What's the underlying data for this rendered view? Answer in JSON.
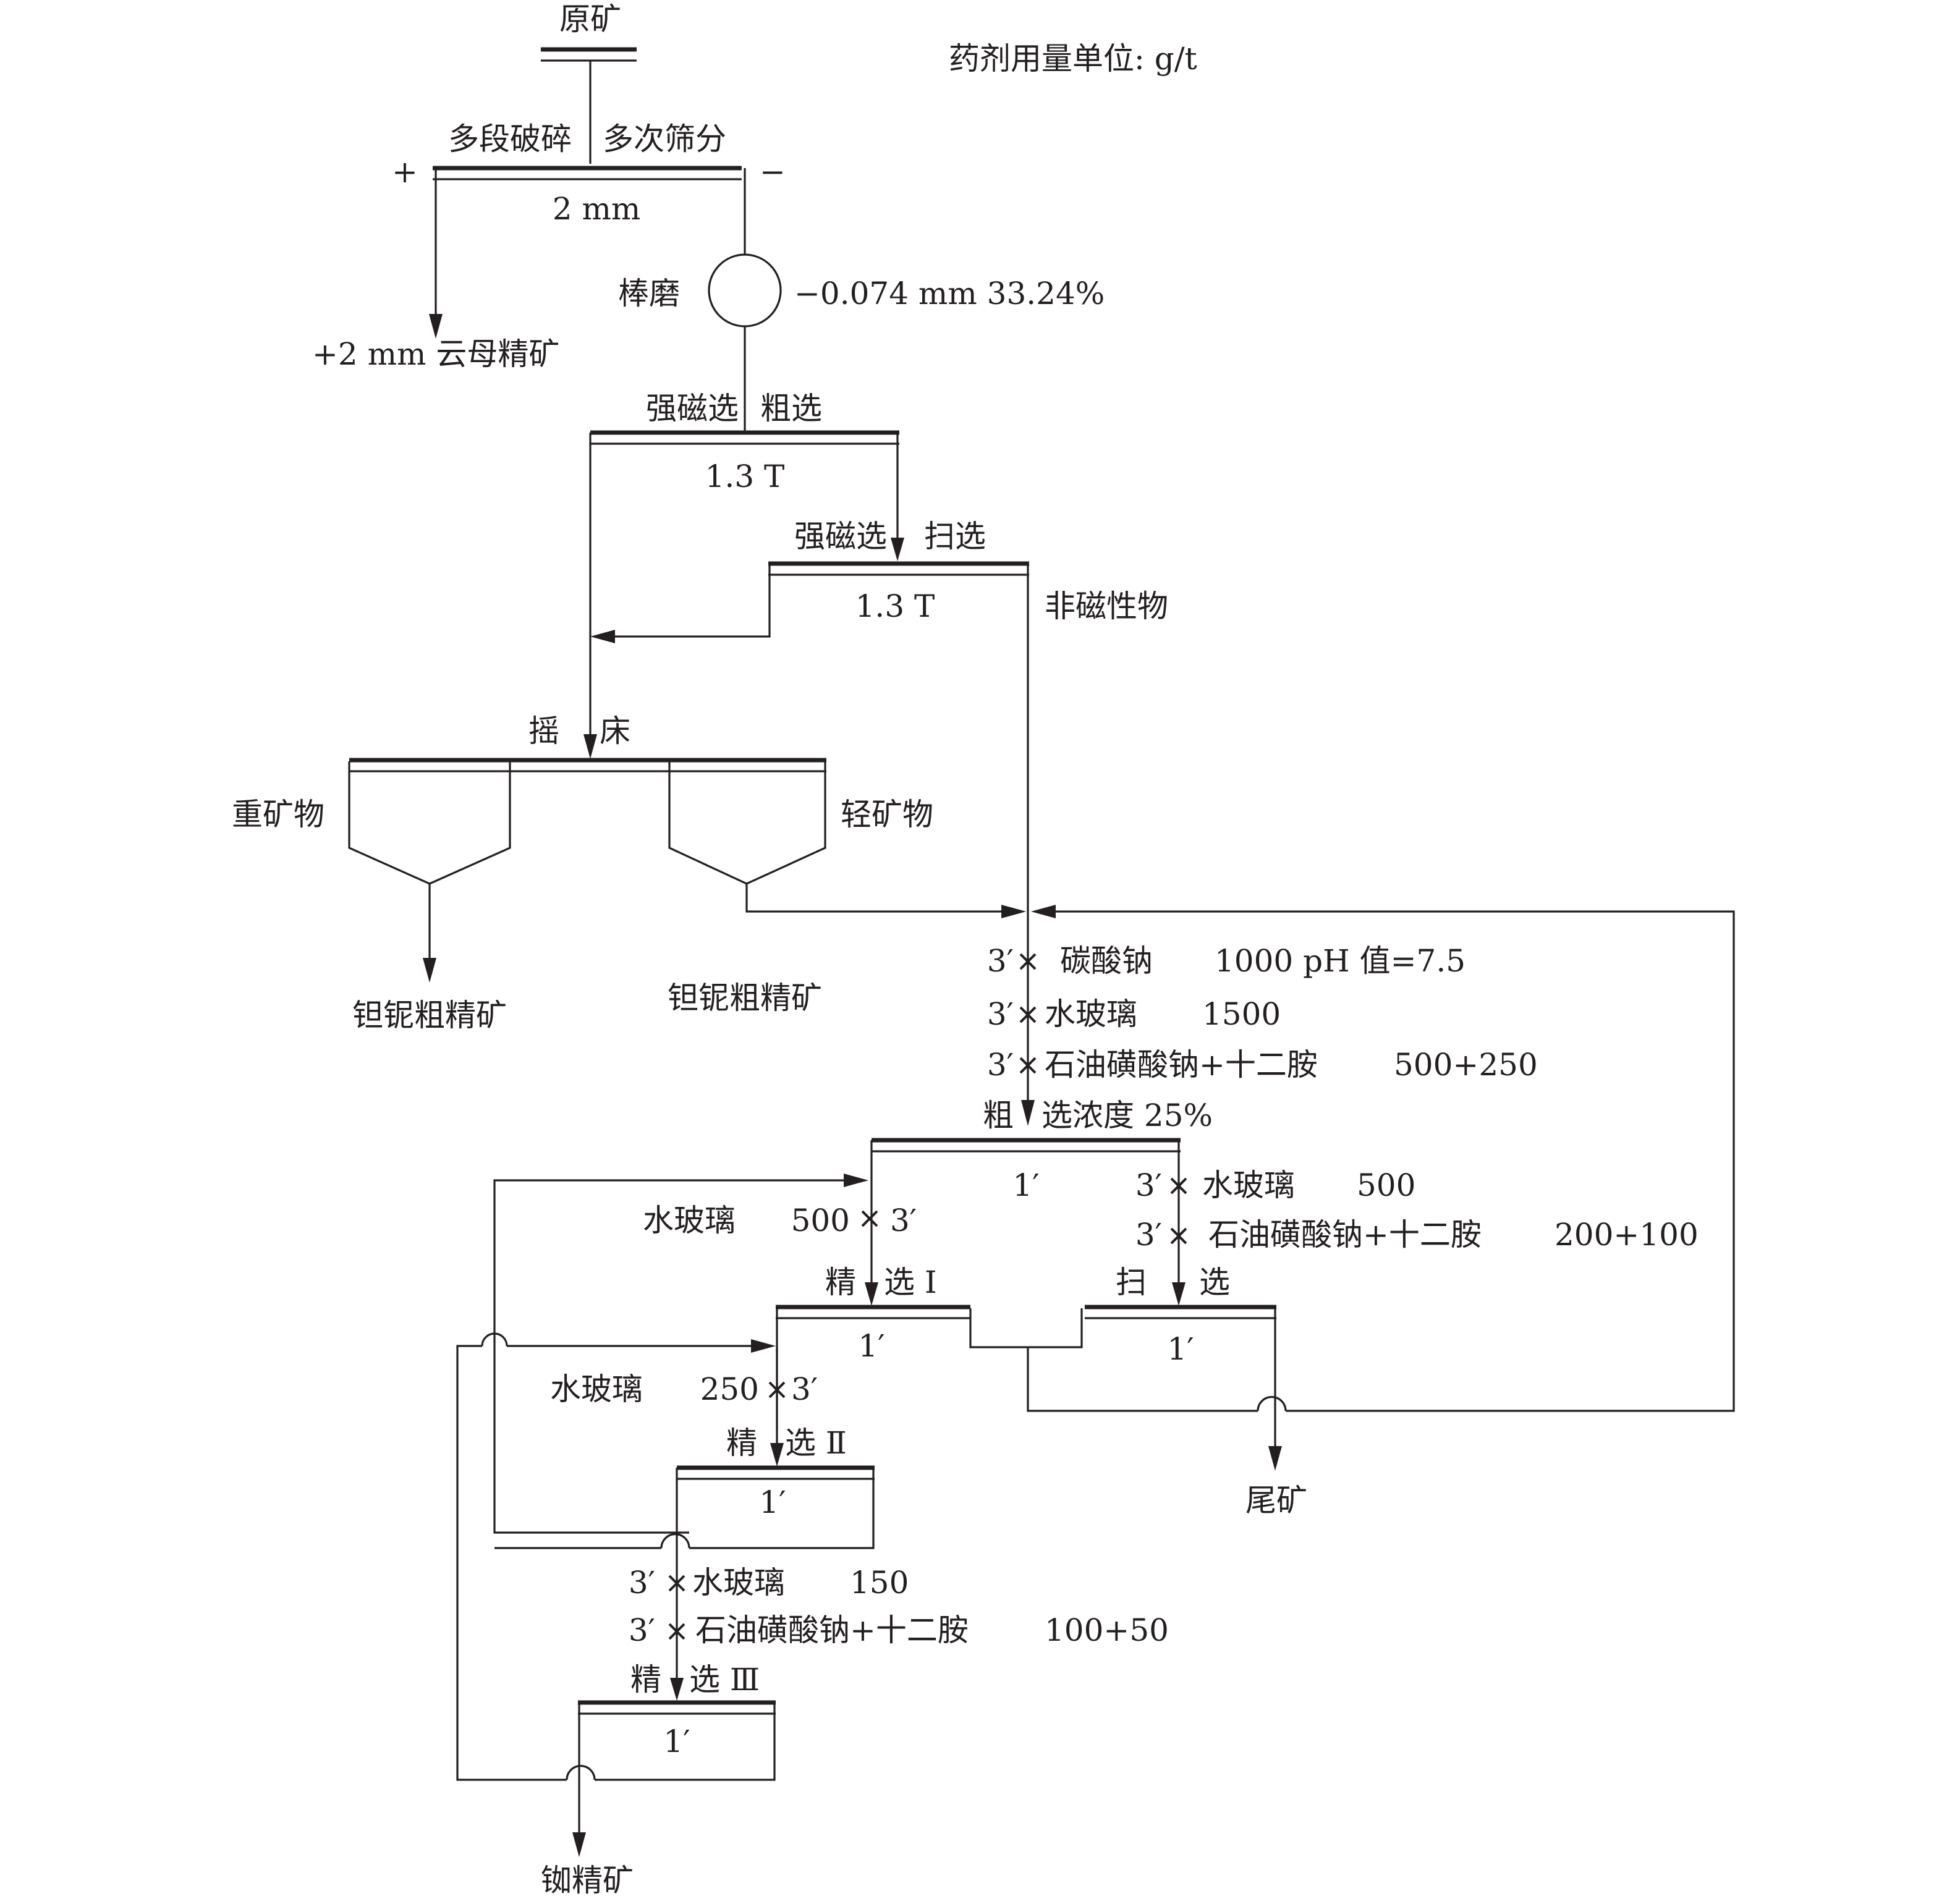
{
  "labels": {
    "raw_ore": "原矿",
    "dosage_unit": "药剂用量单位: g/t",
    "crushing": "多段破碎",
    "screening": "多次筛分",
    "plus_sign": "+",
    "minus_sign": "−",
    "screen_size": "2 mm",
    "rod_mill": "棒磨",
    "grind_fineness": "−0.074 mm 33.24%",
    "mica_concentrate": "+2 mm 云母精矿",
    "mag_rougher_a": "强磁选",
    "mag_rougher_b": "粗选",
    "field_rougher": "1.3 T",
    "mag_scav_a": "强磁选",
    "mag_scav_b": "扫选",
    "field_scav": "1.3 T",
    "nonmagnetic": "非磁性物",
    "table_a": "摇",
    "table_b": "床",
    "heavy_mineral": "重矿物",
    "light_mineral": "轻矿物",
    "tanb_heavy": "钽铌粗精矿",
    "tanb_light": "钽铌粗精矿",
    "r1_time": "3′",
    "r1_name": "碳酸钠",
    "r1_dose": "1000 pH 值=7.5",
    "r2_time": "3′",
    "r2_name": "水玻璃",
    "r2_dose": "1500",
    "r3_time": "3′",
    "r3_name": "石油磺酸钠+十二胺",
    "r3_dose": "500+250",
    "rougher_a": "粗",
    "rougher_b": "选浓度 25%",
    "rougher_time": "1′",
    "s1_time": "3′",
    "s1_name": "水玻璃",
    "s1_dose": "500",
    "s2_time": "3′",
    "s2_name": "石油磺酸钠+十二胺",
    "s2_dose": "200+100",
    "c1_name": "水玻璃",
    "c1_dose": "500",
    "c1_time": "3′",
    "cleaner1_a": "精",
    "cleaner1_b": "选 Ⅰ",
    "cleaner1_time": "1′",
    "scav_a": "扫",
    "scav_b": "选",
    "scav_time": "1′",
    "c2_name": "水玻璃",
    "c2_dose": "250",
    "c2_time": "3′",
    "cleaner2_a": "精",
    "cleaner2_b": "选 Ⅱ",
    "cleaner2_time": "1′",
    "tailings": "尾矿",
    "c3a_time": "3′",
    "c3a_name": "水玻璃",
    "c3a_dose": "150",
    "c3b_time": "3′",
    "c3b_name": "石油磺酸钠+十二胺",
    "c3b_dose": "100+50",
    "cleaner3_a": "精",
    "cleaner3_b": "选 Ⅲ",
    "cleaner3_time": "1′",
    "rb_concentrate": "铷精矿"
  }
}
